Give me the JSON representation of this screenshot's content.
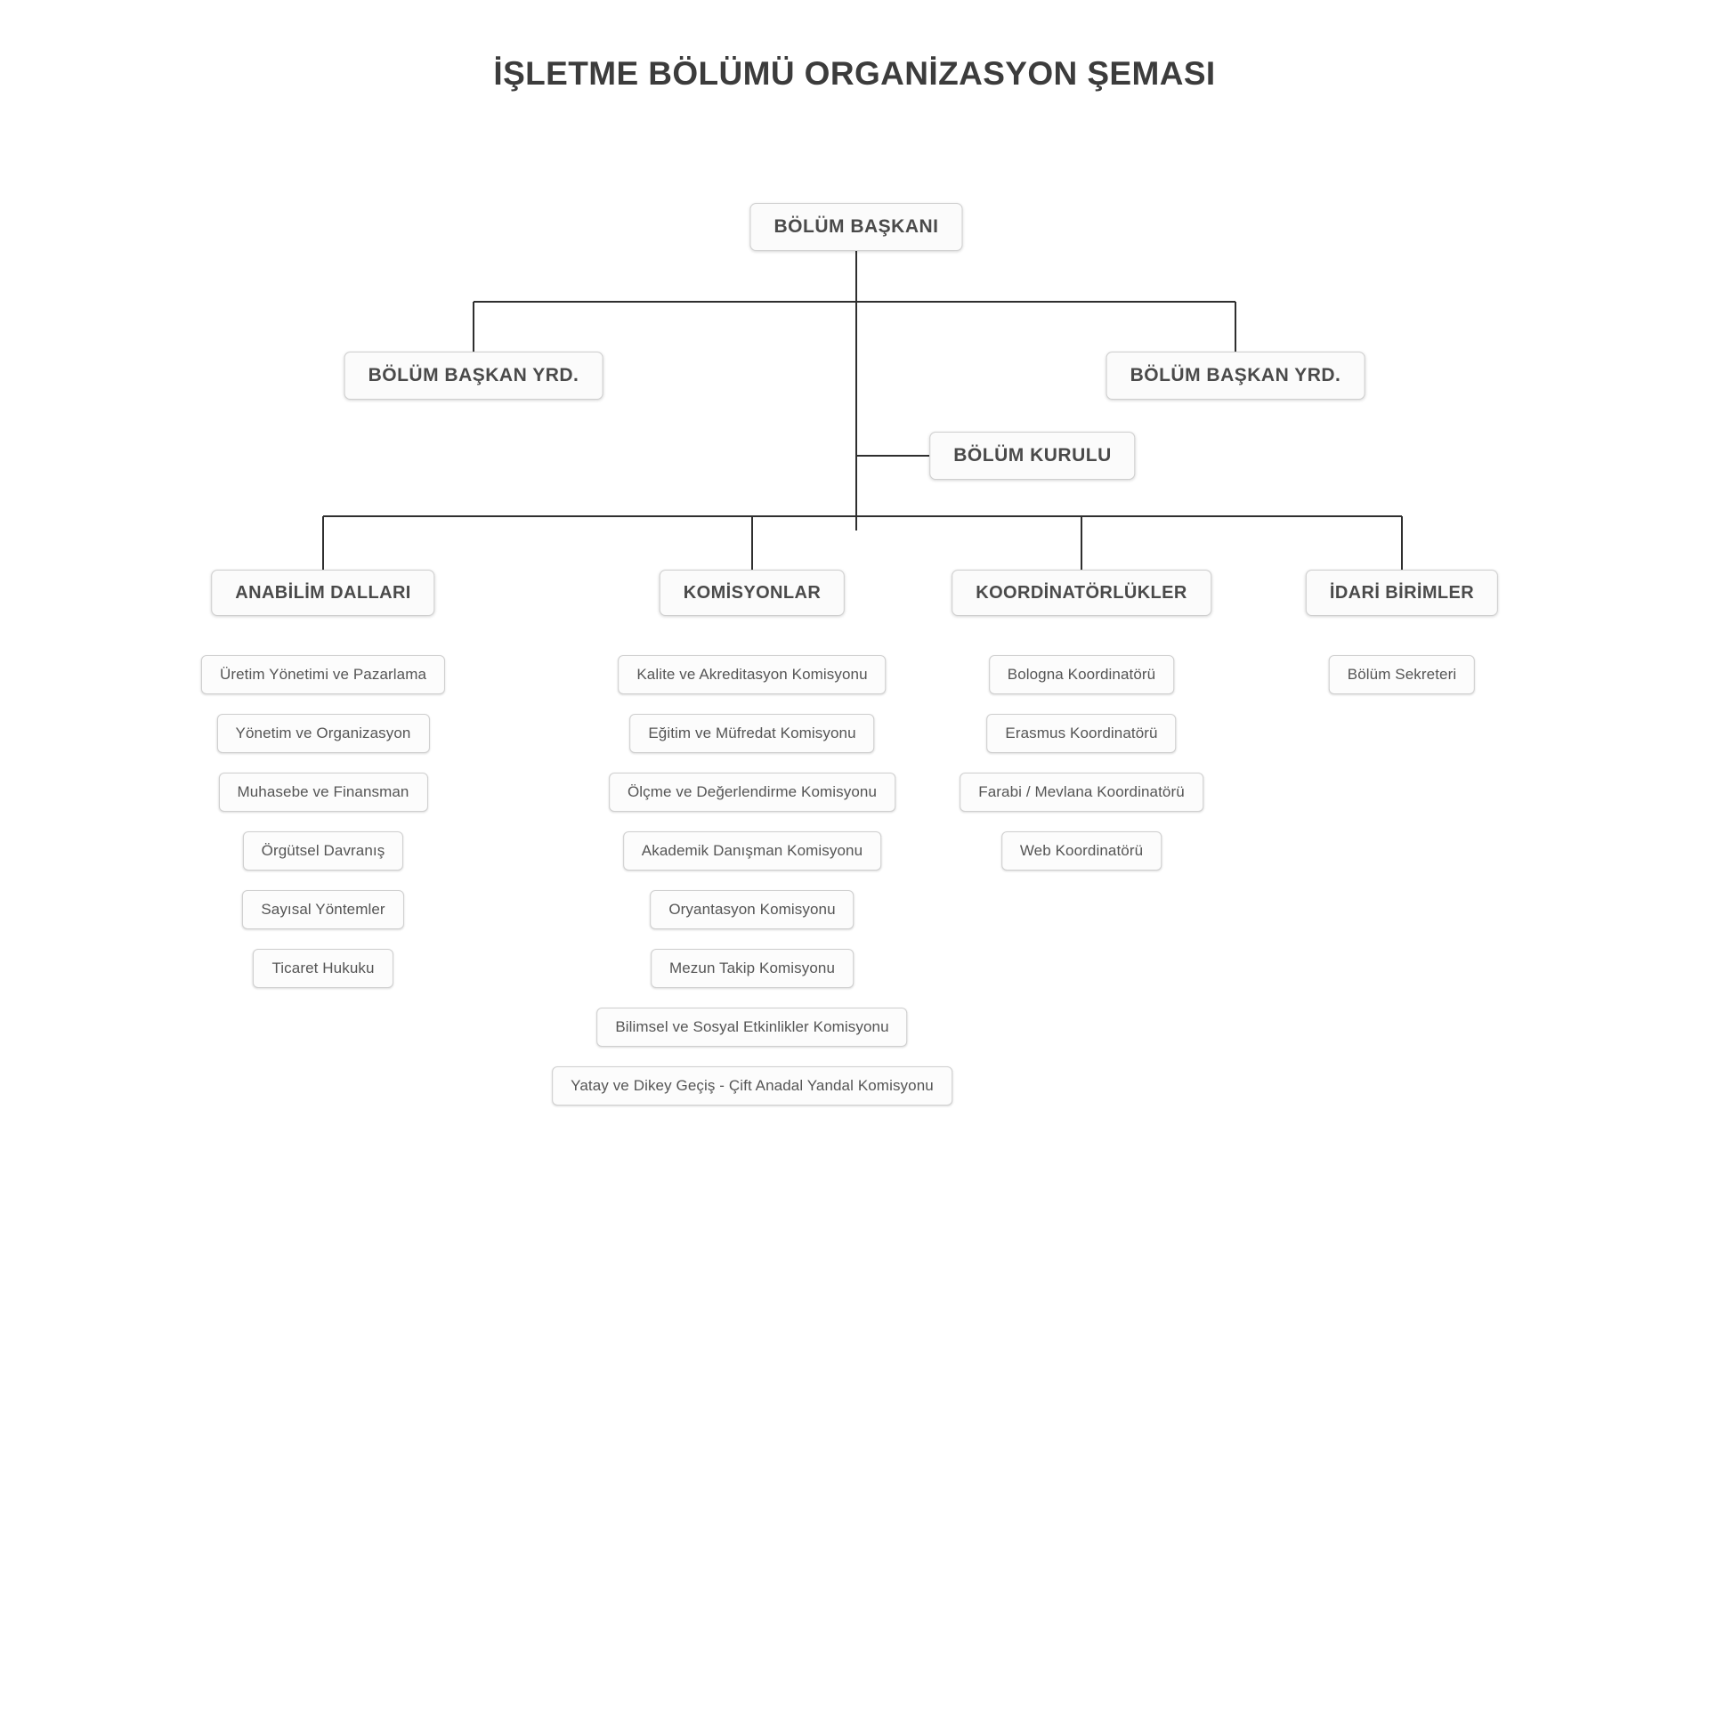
{
  "header": {
    "title": "İŞLETME BÖLÜMÜ ORGANİZASYON ŞEMASI"
  },
  "colors": {
    "title_text": "#3c3c3c",
    "node_border": "#cfcfcf",
    "node_background": "#fbfbfb",
    "node_text": "#4a4a4a",
    "leaf_text": "#555555",
    "connector_line": "#2f2f2f",
    "page_background": "#ffffff"
  },
  "chart_data": {
    "type": "diagram",
    "title": "İŞLETME BÖLÜMÜ ORGANİZASYON ŞEMASI",
    "orientation": "top-down",
    "root": {
      "label": "BÖLÜM BAŞKANI"
    },
    "deputies": [
      {
        "label": "BÖLÜM BAŞKAN YRD."
      },
      {
        "label": "BÖLÜM BAŞKAN YRD."
      }
    ],
    "council": {
      "label": "BÖLÜM KURULU"
    },
    "columns": [
      {
        "header": "ANABİLİM DALLARI",
        "items": [
          "Üretim Yönetimi ve Pazarlama",
          "Yönetim ve Organizasyon",
          "Muhasebe ve Finansman",
          "Örgütsel Davranış",
          "Sayısal Yöntemler",
          "Ticaret Hukuku"
        ]
      },
      {
        "header": "KOMİSYONLAR",
        "items": [
          "Kalite ve Akreditasyon Komisyonu",
          "Eğitim ve Müfredat Komisyonu",
          "Ölçme ve Değerlendirme Komisyonu",
          "Akademik Danışman Komisyonu",
          "Oryantasyon Komisyonu",
          "Mezun Takip Komisyonu",
          "Bilimsel ve Sosyal Etkinlikler Komisyonu",
          "Yatay ve Dikey Geçiş - Çift Anadal Yandal Komisyonu"
        ]
      },
      {
        "header": "KOORDİNATÖRLÜKLER",
        "items": [
          "Bologna Koordinatörü",
          "Erasmus Koordinatörü",
          "Farabi / Mevlana Koordinatörü",
          "Web Koordinatörü"
        ]
      },
      {
        "header": "İDARİ BİRİMLER",
        "items": [
          "Bölüm Sekreteri"
        ]
      }
    ]
  }
}
